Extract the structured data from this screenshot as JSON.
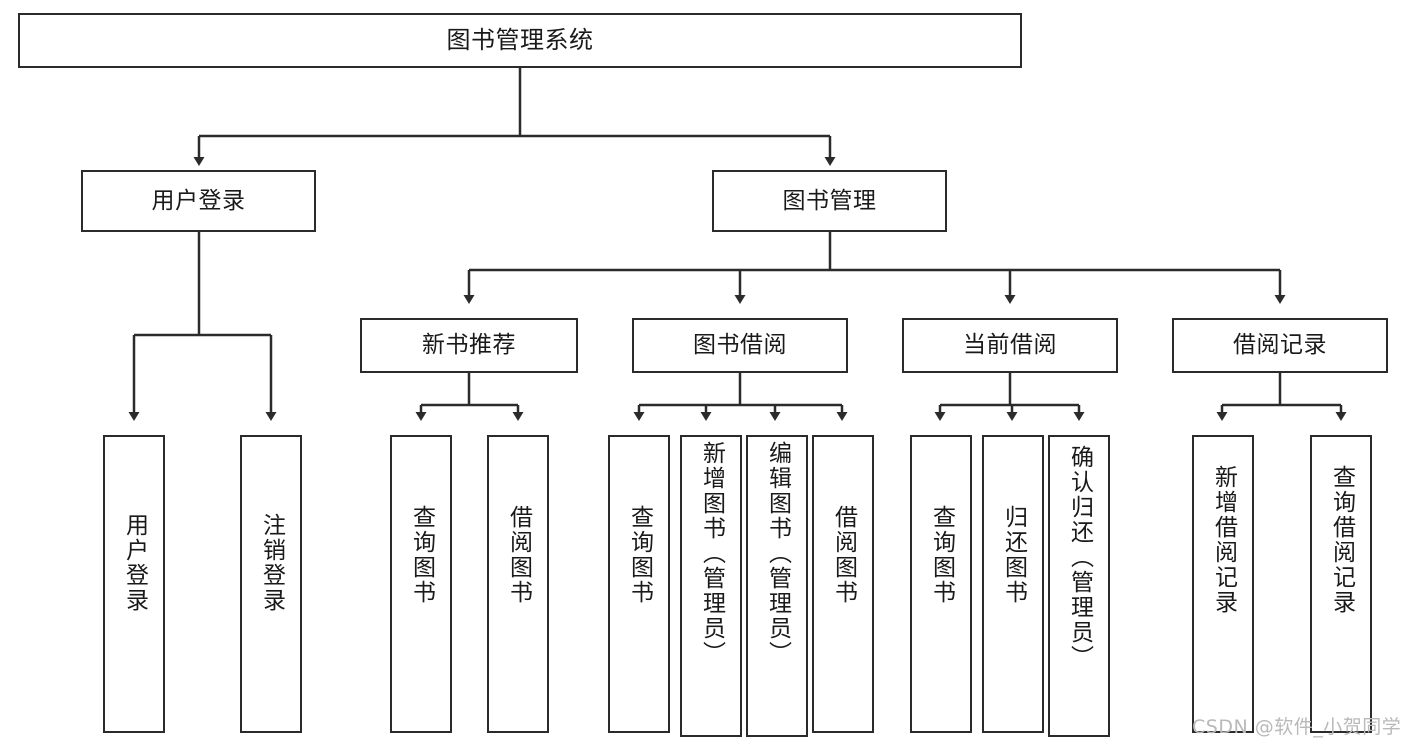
{
  "diagram": {
    "title": "图书管理系统",
    "type": "tree-hierarchy",
    "stroke_color": "#2b2b2b",
    "background_color": "#ffffff",
    "watermark": "CSDN @软件_小贺同学",
    "nodes": {
      "root": {
        "label": "图书管理系统"
      },
      "level2": [
        {
          "label": "用户登录"
        },
        {
          "label": "图书管理"
        }
      ],
      "level3": [
        {
          "label": "新书推荐"
        },
        {
          "label": "图书借阅"
        },
        {
          "label": "当前借阅"
        },
        {
          "label": "借阅记录"
        }
      ],
      "leaves": [
        {
          "label": "用户登录",
          "parent": "用户登录"
        },
        {
          "label": "注销登录",
          "parent": "用户登录"
        },
        {
          "label": "查询图书",
          "parent": "新书推荐"
        },
        {
          "label": "借阅图书",
          "parent": "新书推荐"
        },
        {
          "label": "查询图书",
          "parent": "图书借阅"
        },
        {
          "label": "新增图书（管理员）",
          "parent": "图书借阅"
        },
        {
          "label": "编辑图书（管理员）",
          "parent": "图书借阅"
        },
        {
          "label": "借阅图书",
          "parent": "图书借阅"
        },
        {
          "label": "查询图书",
          "parent": "当前借阅"
        },
        {
          "label": "归还图书",
          "parent": "当前借阅"
        },
        {
          "label": "确认归还（管理员）",
          "parent": "当前借阅"
        },
        {
          "label": "新增借阅记录",
          "parent": "借阅记录"
        },
        {
          "label": "查询借阅记录",
          "parent": "借阅记录"
        }
      ]
    }
  }
}
